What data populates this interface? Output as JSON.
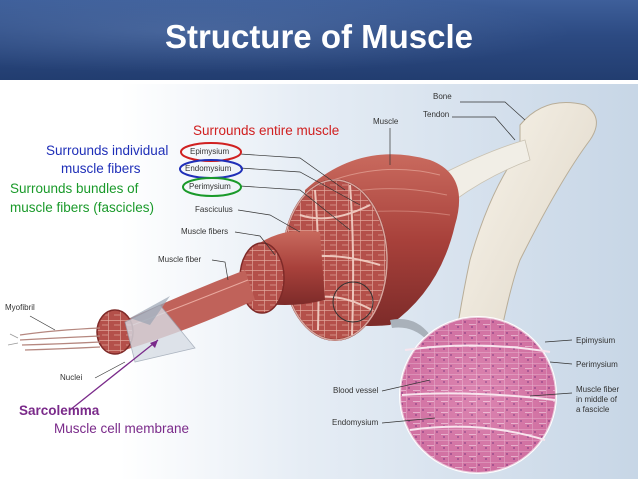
{
  "title": "Structure of Muscle",
  "colors": {
    "banner": "#2c4a82",
    "epimysium_note": "#d02020",
    "endomysium_note": "#1f2fb8",
    "perimysium_note": "#1a9a2a",
    "sarcolemma_note": "#7a2a8a",
    "muscle": "#b24a44",
    "histology": "#d47aa6"
  },
  "notes": {
    "epimysium": "Surrounds entire muscle",
    "endomysium_line1": "Surrounds individual",
    "endomysium_line2": "muscle fibers",
    "perimysium_line1": "Surrounds bundles of",
    "perimysium_line2": "muscle fibers (fascicles)",
    "sarcolemma_title": "Sarcolemma",
    "sarcolemma_desc": "Muscle cell membrane"
  },
  "labels": {
    "bone": "Bone",
    "tendon": "Tendon",
    "muscle": "Muscle",
    "epimysium": "Epimysium",
    "endomysium": "Endomysium",
    "perimysium": "Perimysium",
    "fasciculus": "Fasciculus",
    "muscle_fibers": "Muscle fibers",
    "muscle_fiber": "Muscle fiber",
    "myofibril": "Myofibril",
    "nuclei": "Nuclei",
    "blood_vessel": "Blood vessel",
    "endomysium_micro": "Endomysium",
    "epimysium_micro": "Epimysium",
    "perimysium_micro": "Perimysium",
    "muscle_fiber_micro_1": "Muscle fiber",
    "muscle_fiber_micro_2": "in middle of",
    "muscle_fiber_micro_3": "a fascicle"
  }
}
